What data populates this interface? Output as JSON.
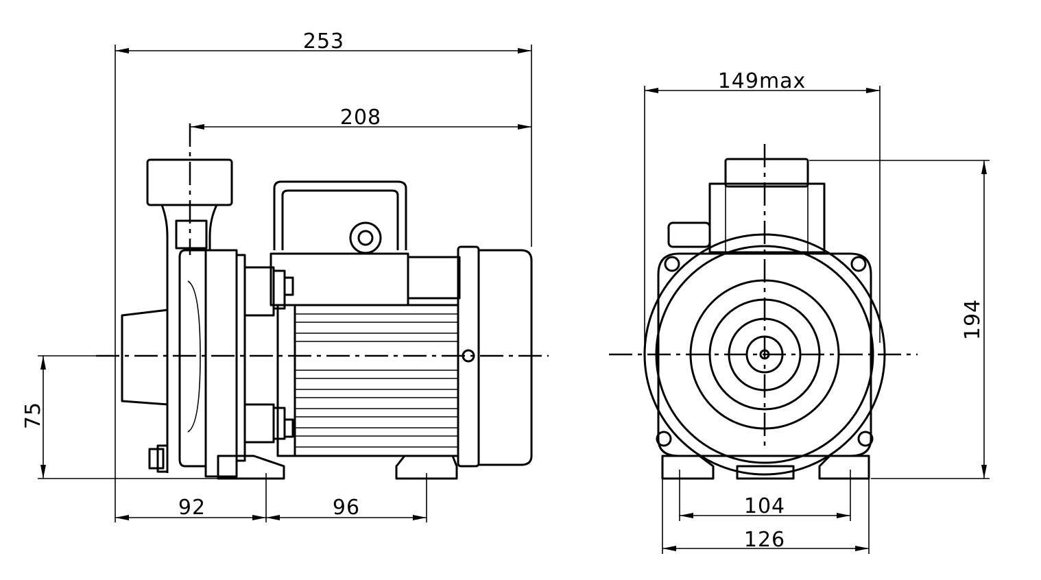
{
  "drawing": {
    "side_view": {
      "overall_length": "253",
      "outlet_to_end": "208",
      "center_height": "75",
      "inlet_to_foot": "92",
      "foot_spacing": "96"
    },
    "end_view": {
      "max_width": "149max",
      "overall_height": "194",
      "foot_hole_spacing": "104",
      "foot_width": "126"
    }
  },
  "colors": {
    "line": "#000000",
    "background": "#ffffff"
  }
}
